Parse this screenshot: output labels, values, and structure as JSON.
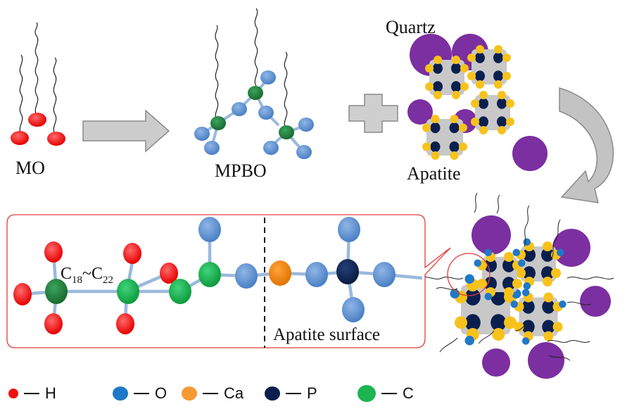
{
  "labels": {
    "mo": "MO",
    "mpbo": "MPBO",
    "quartz": "Quartz",
    "apatite": "Apatite",
    "chain_c": "C",
    "chain_sub1": "18",
    "chain_tilde": "~",
    "chain_sub2": "22",
    "apatite_surface": "Apatite surface"
  },
  "legend": [
    {
      "key": "h",
      "symbol": "H",
      "color": "#ee1111"
    },
    {
      "key": "o",
      "symbol": "O",
      "color": "#1f78c8"
    },
    {
      "key": "ca",
      "symbol": "Ca",
      "color": "#f59a33"
    },
    {
      "key": "p",
      "symbol": "P",
      "color": "#0b1f4f"
    },
    {
      "key": "c",
      "symbol": "C",
      "color": "#1db452"
    }
  ],
  "colors": {
    "hydrogen": "#ee1111",
    "oxygen_steel": "#5b8fcf",
    "oxygen_legend": "#1f78c8",
    "calcium": "#e9820f",
    "phosphorus": "#0b1f4f",
    "carbon_dark": "#1f7f3a",
    "carbon": "#1db452",
    "quartz": "#7b2fa0",
    "apatite_gold": "#f7c21b",
    "gray_particle": "#c8c8c8",
    "arrow_gray": "#c3c3c3",
    "callout_border": "#e23c3c"
  }
}
